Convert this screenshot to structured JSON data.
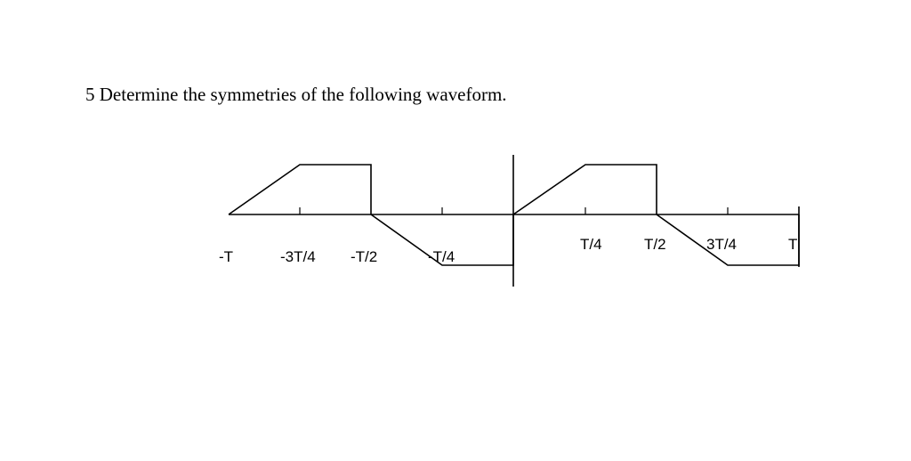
{
  "question": {
    "text": "5 Determine the symmetries of the following waveform."
  },
  "waveform": {
    "tick_labels": {
      "neg_t": "-T",
      "neg_3t4": "-3T/4",
      "neg_t2": "-T/2",
      "neg_t4": "-T/4",
      "t4": "T/4",
      "t2": "T/2",
      "three_t4": "3T/4",
      "t": "T"
    }
  }
}
